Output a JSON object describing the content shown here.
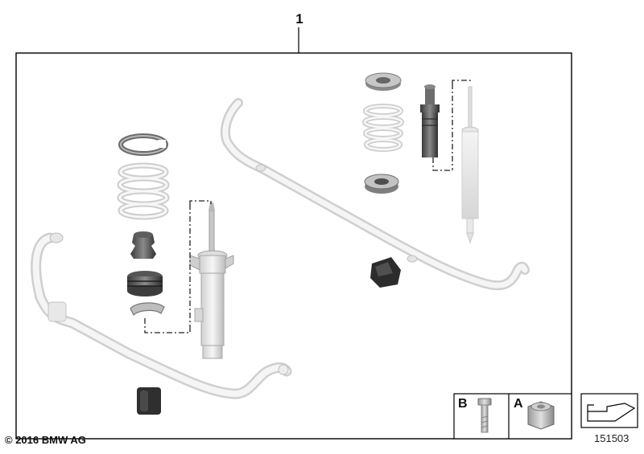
{
  "diagram": {
    "part_number": "1",
    "legend_b": "B",
    "legend_a": "A",
    "copyright": "© 2016 BMW AG",
    "diagram_id": "151503"
  }
}
